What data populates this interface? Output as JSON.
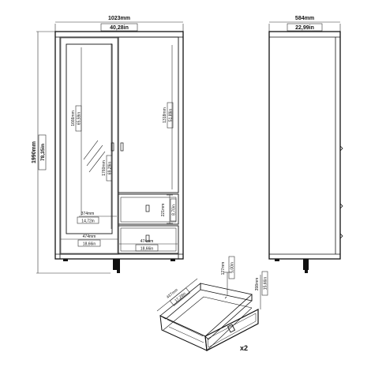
{
  "front_view": {
    "width": {
      "mm": "1023mm",
      "in": "40,28in"
    },
    "height": {
      "mm": "1990mm",
      "in": "78,35in"
    },
    "mirror_height": {
      "mm": "1666mm",
      "in": "65,59in"
    },
    "door_opening_height": {
      "mm": "1760mm",
      "in": "69,29in"
    },
    "right_compartment_height": {
      "mm": "1318mm",
      "in": "51,89in"
    },
    "shelf_width": {
      "mm": "374mm",
      "in": "14,72in"
    },
    "inner_width_left": {
      "mm": "474mm",
      "in": "18,66in"
    },
    "inner_width_right": {
      "mm": "474mm",
      "in": "18,66in"
    },
    "drawer_height": {
      "mm": "221mm",
      "in": "8,70in"
    }
  },
  "side_view": {
    "depth": {
      "mm": "584mm",
      "in": "22,99in"
    }
  },
  "drawer_detail": {
    "height": {
      "mm": "127mm",
      "in": "5,00in"
    },
    "depth": {
      "mm": "437mm",
      "in": "17,20in"
    },
    "width": {
      "mm": "398mm",
      "in": "15,66in"
    },
    "quantity": "x2"
  }
}
